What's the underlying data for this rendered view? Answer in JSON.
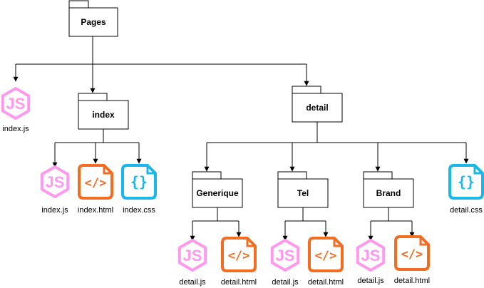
{
  "colors": {
    "js": "#ff99ee",
    "html": "#f26c21",
    "css": "#1ab7ea",
    "line": "#000000"
  },
  "folders": {
    "pages": "Pages",
    "index": "index",
    "detail": "detail",
    "generique": "Generique",
    "tel": "Tel",
    "brand": "Brand"
  },
  "files": {
    "pages_js": {
      "label": "index.js",
      "icon": "nodejs-icon"
    },
    "index_js": {
      "label": "index.js",
      "icon": "nodejs-icon"
    },
    "index_html": {
      "label": "index.html",
      "icon": "html-code-icon"
    },
    "index_css": {
      "label": "index.css",
      "icon": "css-braces-icon"
    },
    "detail_css": {
      "label": "detail.css",
      "icon": "css-braces-icon"
    },
    "generique_js": {
      "label": "detail.js",
      "icon": "nodejs-icon"
    },
    "generique_html": {
      "label": "detail.html",
      "icon": "html-code-icon"
    },
    "tel_js": {
      "label": "detail.js",
      "icon": "nodejs-icon"
    },
    "tel_html": {
      "label": "detail.html",
      "icon": "html-code-icon"
    },
    "brand_js": {
      "label": "detail.js",
      "icon": "nodejs-icon"
    },
    "brand_html": {
      "label": "detail.html",
      "icon": "html-code-icon"
    }
  }
}
